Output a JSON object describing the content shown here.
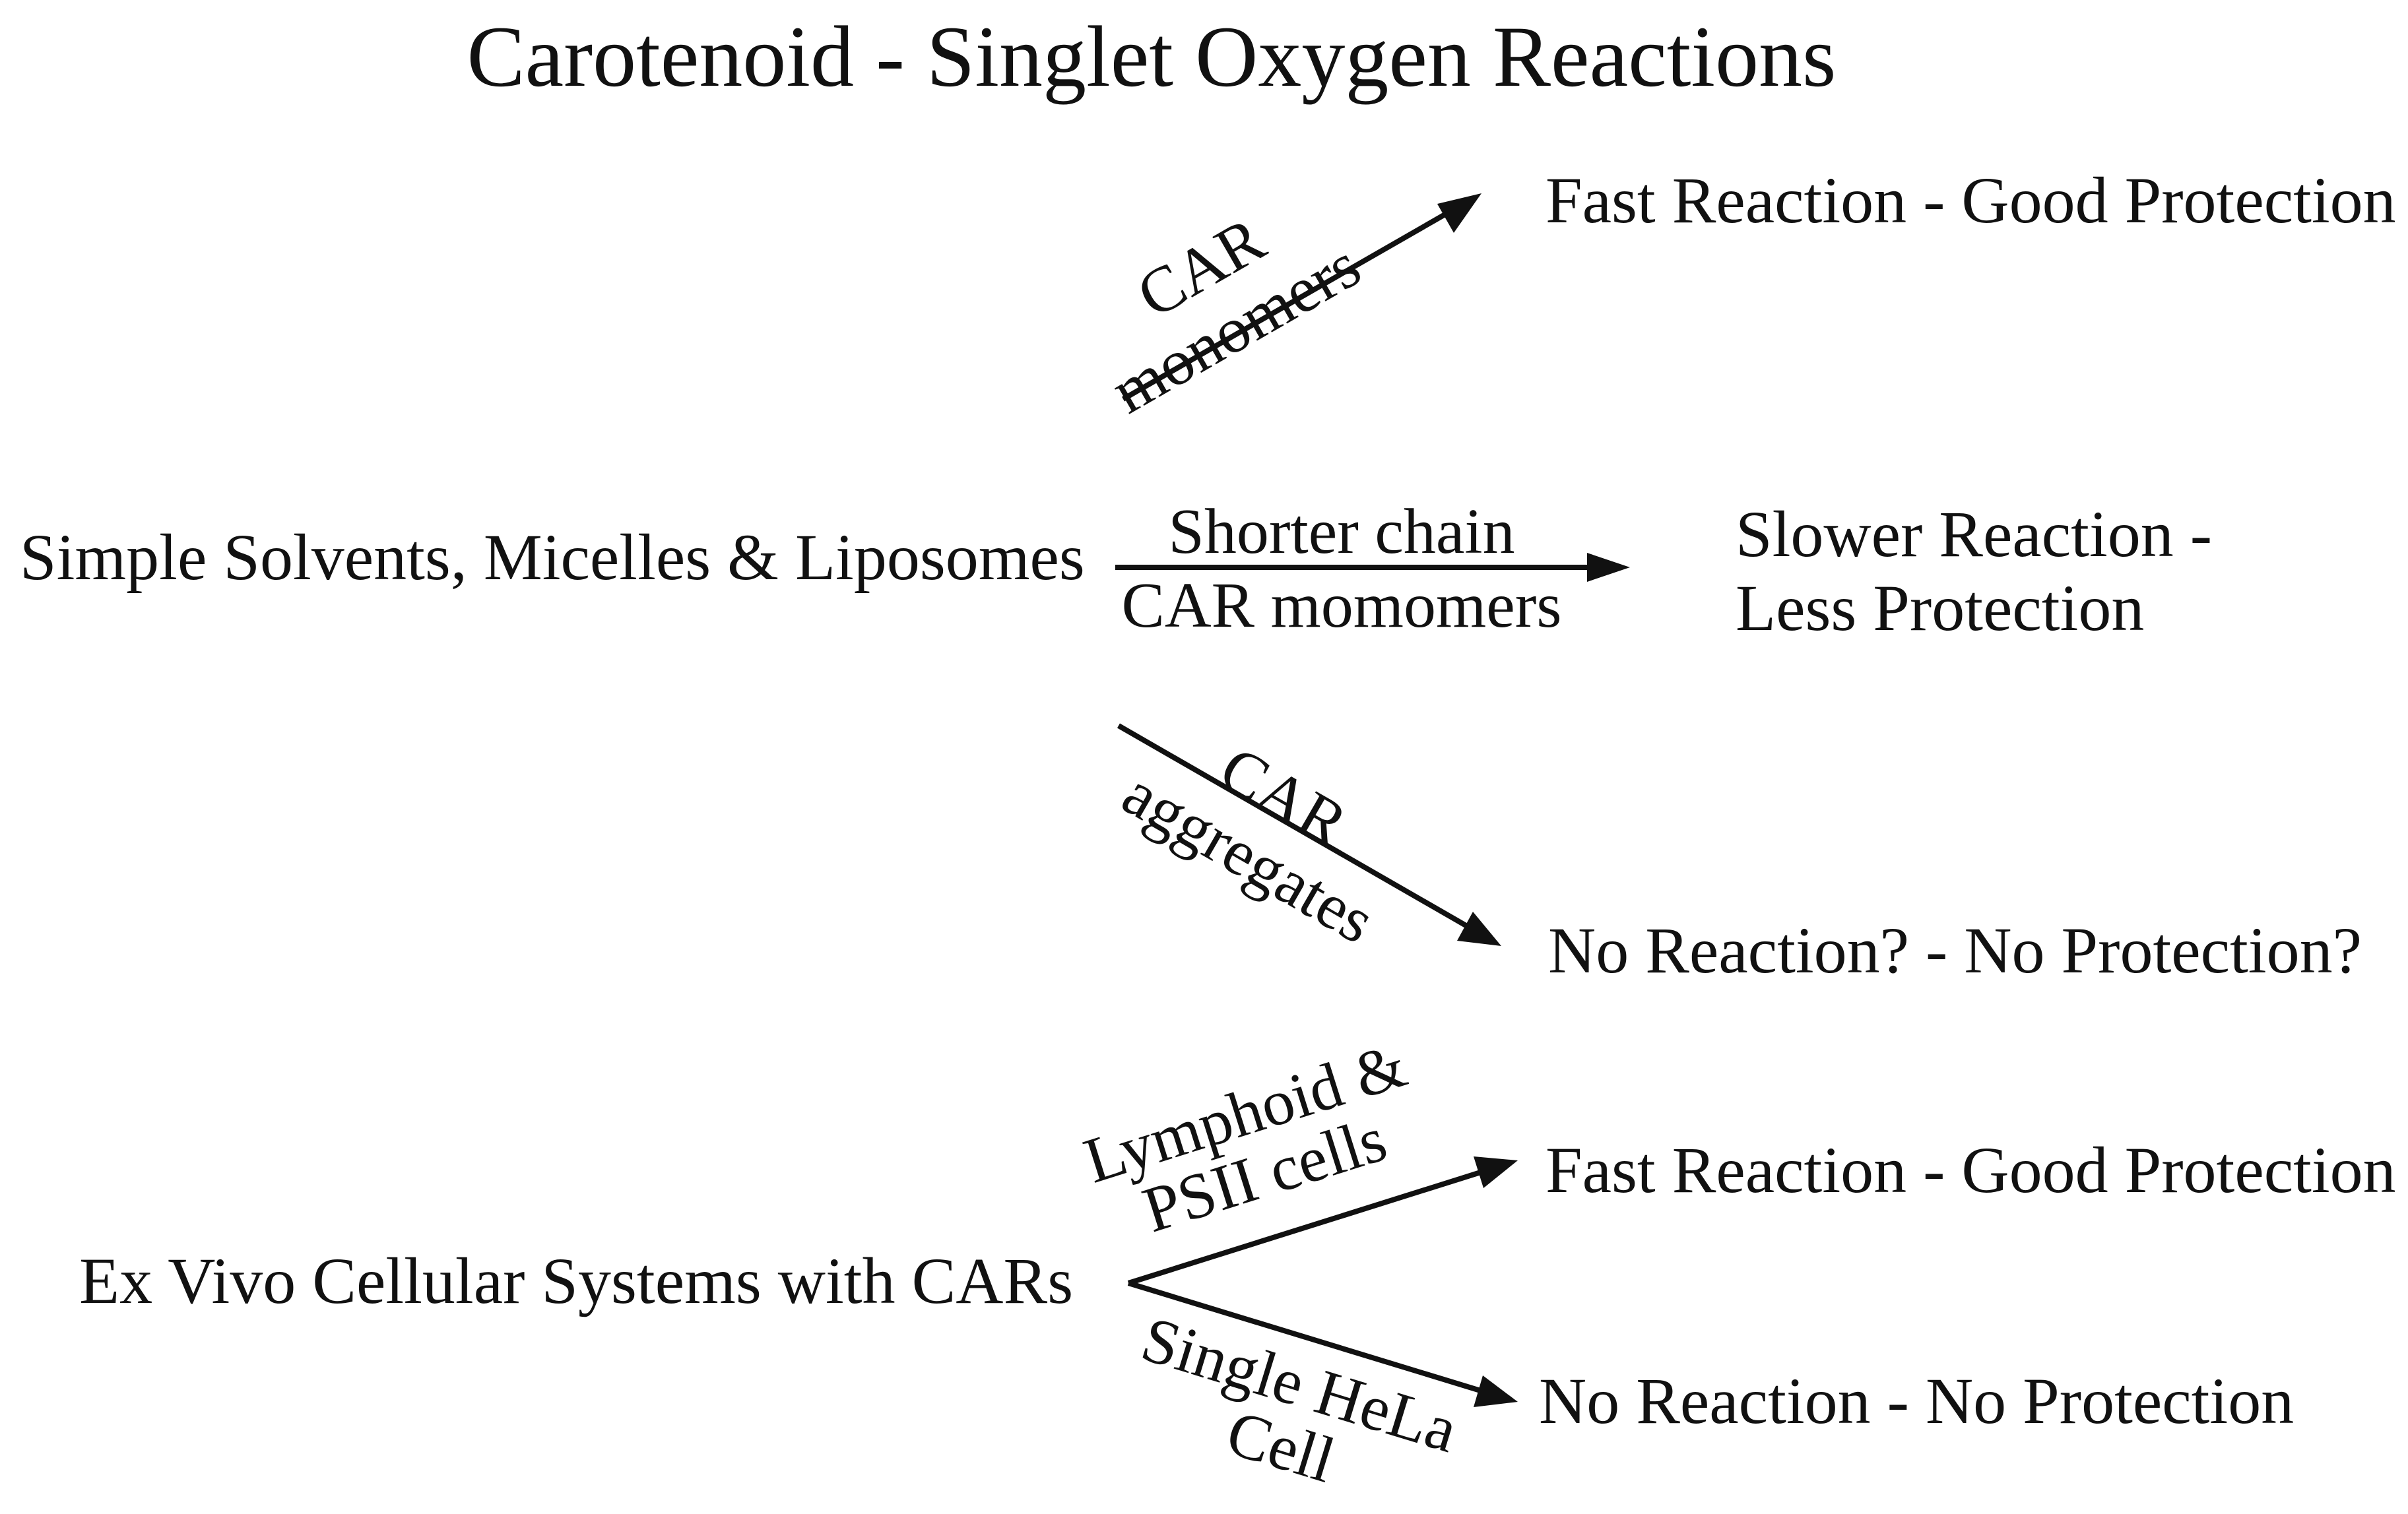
{
  "title": "Carotenoid - Singlet Oxygen Reactions",
  "sources": {
    "simple": "Simple Solvents, Micelles & Liposomes",
    "exvivo": "Ex Vivo Cellular Systems with CARs"
  },
  "outcomes": {
    "fast_1": "Fast Reaction - Good Protection",
    "slower_line1": "Slower Reaction -",
    "slower_line2": "Less Protection",
    "no_reaction_q": "No Reaction? - No Protection?",
    "fast_2": "Fast Reaction - Good Protection",
    "no_reaction": "No Reaction - No Protection"
  },
  "edge_labels": {
    "car_monomers_top": "CAR",
    "car_monomers_bottom": "monomers",
    "shorter_chain_top": "Shorter chain",
    "shorter_chain_bottom": "CAR momomers",
    "car_aggregates_top": "CAR",
    "car_aggregates_bottom": "aggregates",
    "lymphoid_line1": "Lymphoid &",
    "lymphoid_line2": "PSII cells",
    "hela_line1": "Single HeLa",
    "hela_line2": "Cell"
  },
  "colors": {
    "ink": "#111111",
    "background": "#ffffff"
  }
}
